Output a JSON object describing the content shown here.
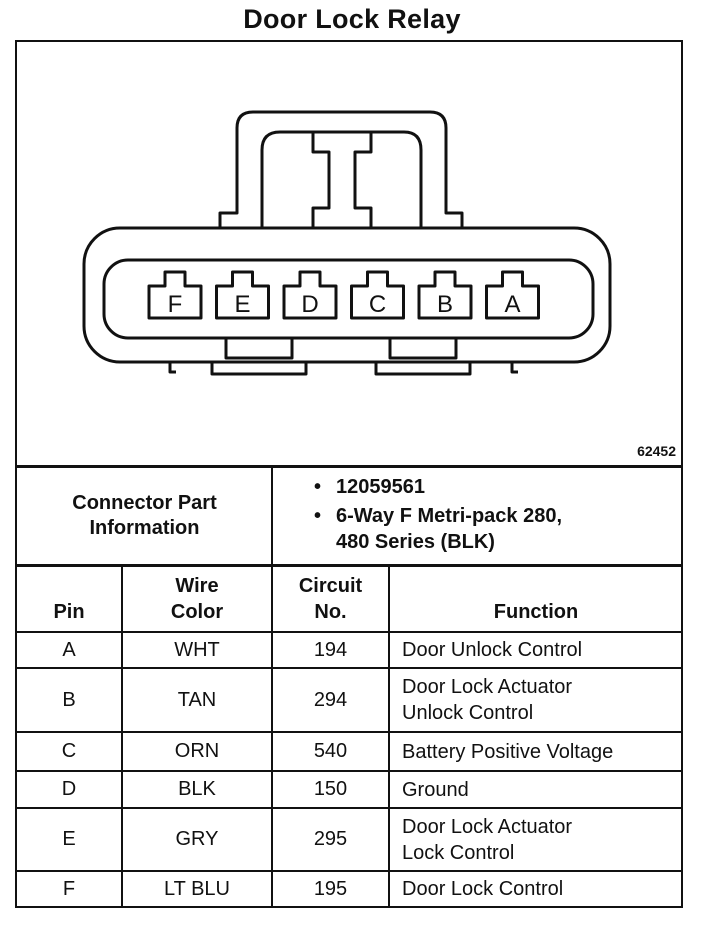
{
  "title": "Door Lock Relay",
  "figure_number": "62452",
  "connector": {
    "pins": [
      "F",
      "E",
      "D",
      "C",
      "B",
      "A"
    ]
  },
  "connector_info": {
    "label_line1": "Connector Part",
    "label_line2": "Information",
    "items": [
      "12059561",
      "6-Way F Metri-pack 280,",
      "480 Series (BLK)"
    ]
  },
  "table": {
    "headers": {
      "pin": "Pin",
      "wire_color_1": "Wire",
      "wire_color_2": "Color",
      "circuit_1": "Circuit",
      "circuit_2": "No.",
      "function": "Function"
    },
    "rows": [
      {
        "pin": "A",
        "color": "WHT",
        "circuit": "194",
        "function_1": "Door Unlock Control",
        "function_2": ""
      },
      {
        "pin": "B",
        "color": "TAN",
        "circuit": "294",
        "function_1": "Door Lock Actuator",
        "function_2": "Unlock Control"
      },
      {
        "pin": "C",
        "color": "ORN",
        "circuit": "540",
        "function_1": "Battery Positive Voltage",
        "function_2": ""
      },
      {
        "pin": "D",
        "color": "BLK",
        "circuit": "150",
        "function_1": "Ground",
        "function_2": ""
      },
      {
        "pin": "E",
        "color": "GRY",
        "circuit": "295",
        "function_1": "Door Lock Actuator",
        "function_2": "Lock Control"
      },
      {
        "pin": "F",
        "color": "LT BLU",
        "circuit": "195",
        "function_1": "Door Lock Control",
        "function_2": ""
      }
    ]
  }
}
